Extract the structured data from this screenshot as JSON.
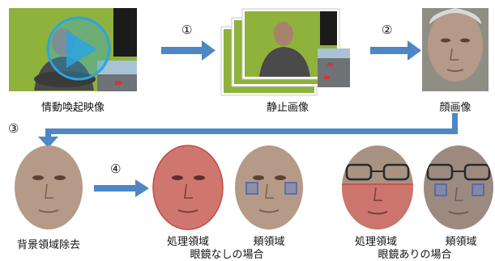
{
  "colors": {
    "arrow": "#4e86c6",
    "green_screen": "#8fb23d",
    "road": "#6f7276",
    "sky": "#a9c3d6",
    "skin": "#b59a88",
    "red_region": "#d86b66",
    "cheek_box": "#6f86c8",
    "play_overlay": "#2aa5e0"
  },
  "steps": {
    "s1": "①",
    "s2": "②",
    "s3": "③",
    "s4": "④"
  },
  "labels": {
    "emotion_video": "情動喚起映像",
    "still_image": "静止画像",
    "face_image": "顔画像",
    "background_removal": "背景領域除去",
    "processing_region": "処理領域",
    "cheek_region": "頬領域",
    "processing_region_2": "処理領域",
    "cheek_region_2": "頬領域",
    "no_glasses": "眼鏡なしの場合",
    "with_glasses": "眼鏡ありの場合"
  },
  "icons": {
    "video_play": "play-icon"
  }
}
